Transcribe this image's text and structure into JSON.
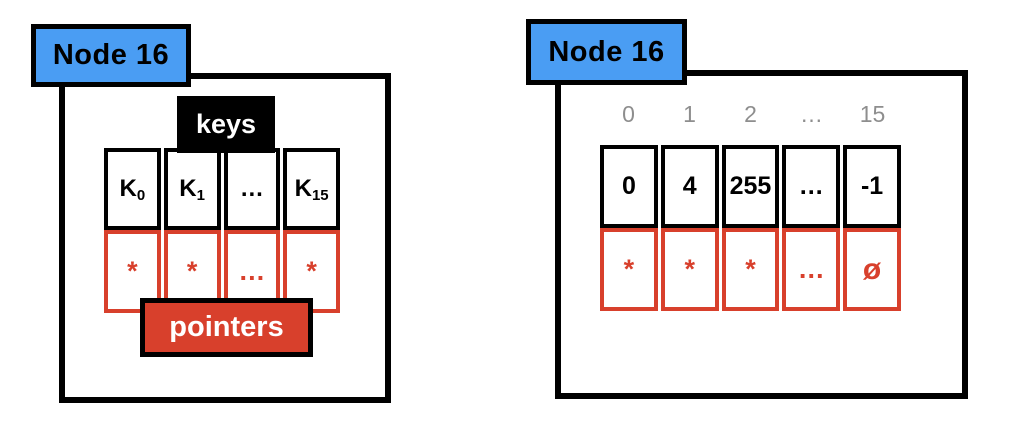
{
  "colors": {
    "node_badge_blue": "#4a9df3",
    "pointer_red": "#d8402c",
    "outline_black": "#000000",
    "index_gray": "#8e8e8e"
  },
  "left_node": {
    "title": "Node 16",
    "keys_label": "keys",
    "pointers_label": "pointers",
    "key_cells": [
      {
        "base": "K",
        "sub": "0"
      },
      {
        "base": "K",
        "sub": "1"
      },
      {
        "base": "…",
        "sub": ""
      },
      {
        "base": "K",
        "sub": "15"
      }
    ],
    "pointer_cells": [
      "*",
      "*",
      "…",
      "*"
    ]
  },
  "right_node": {
    "title": "Node 16",
    "index_labels": [
      "0",
      "1",
      "2",
      "…",
      "15"
    ],
    "key_cells": [
      "0",
      "4",
      "255",
      "…",
      "-1"
    ],
    "pointer_cells": [
      "*",
      "*",
      "*",
      "…"
    ],
    "null_pointer": "ø"
  }
}
